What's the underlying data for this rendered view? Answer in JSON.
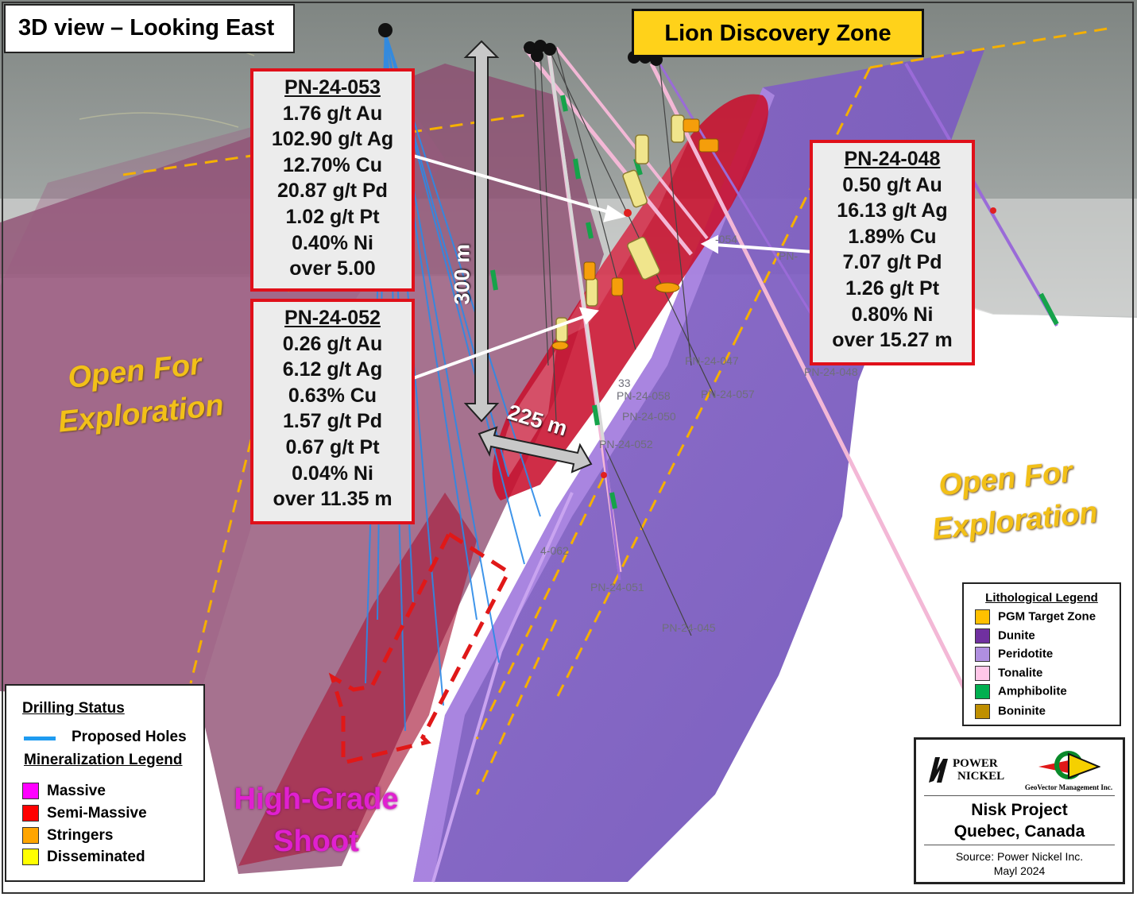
{
  "title": "3D view – Looking East",
  "zone_label": "Lion Discovery Zone",
  "open_exploration_left": [
    "Open For",
    "Exploration"
  ],
  "open_exploration_right": [
    "Open For",
    "Exploration"
  ],
  "high_grade_shoot": [
    "High-Grade",
    "Shoot"
  ],
  "dim_vertical": "300 m",
  "dim_horizontal": "225 m",
  "assays": [
    {
      "hole": "PN-24-053",
      "lines": [
        "1.76 g/t Au",
        "102.90 g/t Ag",
        "12.70% Cu",
        "20.87 g/t Pd",
        "1.02 g/t Pt",
        "0.40% Ni",
        "over 5.00"
      ]
    },
    {
      "hole": "PN-24-052",
      "lines": [
        "0.26 g/t Au",
        "6.12 g/t Ag",
        "0.63% Cu",
        "1.57 g/t Pd",
        "0.67 g/t Pt",
        "0.04% Ni",
        "over 11.35 m"
      ]
    },
    {
      "hole": "PN-24-048",
      "lines": [
        "0.50 g/t Au",
        "16.13 g/t Ag",
        "1.89% Cu",
        "7.07 g/t Pd",
        "1.26 g/t Pt",
        "0.80% Ni",
        "over 15.27 m"
      ]
    }
  ],
  "hole_tags": [
    "-054",
    "PN-",
    "PN-24-047",
    "PN-24-048",
    "PN-24-057",
    "PN-24-058",
    "PN-24-050",
    "PN-24-052",
    "4-062",
    "PN-24-051",
    "PN-24-045",
    "33"
  ],
  "drilling_legend": {
    "title": "Drilling Status",
    "proposed": "Proposed Holes",
    "proposed_color": "#1e9bf0",
    "mineral_title": "Mineralization Legend",
    "items": [
      {
        "label": "Massive",
        "color": "#ff00ff"
      },
      {
        "label": "Semi-Massive",
        "color": "#ff0000"
      },
      {
        "label": "Stringers",
        "color": "#ffa500"
      },
      {
        "label": "Disseminated",
        "color": "#ffff00"
      }
    ]
  },
  "litho_legend": {
    "title": "Lithological Legend",
    "items": [
      {
        "label": "PGM Target Zone",
        "color": "#ffc000"
      },
      {
        "label": "Dunite",
        "color": "#7030a0"
      },
      {
        "label": "Peridotite",
        "color": "#b08fe0"
      },
      {
        "label": "Tonalite",
        "color": "#ffc6e8"
      },
      {
        "label": "Amphibolite",
        "color": "#00b050"
      },
      {
        "label": "Boninite",
        "color": "#bf8f00"
      }
    ]
  },
  "logos": {
    "company1": [
      "POWER",
      "NICKEL"
    ],
    "company2": "GeoVector Management Inc."
  },
  "project": {
    "name": "Nisk Project",
    "location": "Quebec, Canada",
    "source": "Source: Power Nickel Inc.",
    "date": "Mayl 2024"
  },
  "colors": {
    "red_box": "#e0101a",
    "purple_body": "#7b5cc4",
    "mineral_zone": "#c8102e",
    "dashed_line": "#f5b000",
    "label_yellow": "#f2c018",
    "shoot_magenta": "#e020d0"
  }
}
